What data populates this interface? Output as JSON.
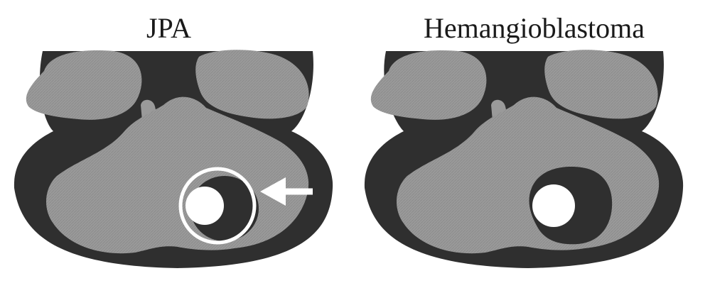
{
  "panels": [
    {
      "title": "JPA",
      "lesion": "cyst-with-mural-nodule",
      "annotations": [
        "circle-highlight",
        "arrow"
      ]
    },
    {
      "title": "Hemangioblastoma",
      "lesion": "cyst-with-mural-nodule",
      "annotations": []
    }
  ],
  "colors": {
    "background": "#ffffff",
    "csf_dark": "#2f2f2f",
    "parenchyma_gray": "#9a9a9a",
    "nodule": "#ffffff",
    "annotation": "#ffffff",
    "title_text": "#1a1a1a"
  }
}
